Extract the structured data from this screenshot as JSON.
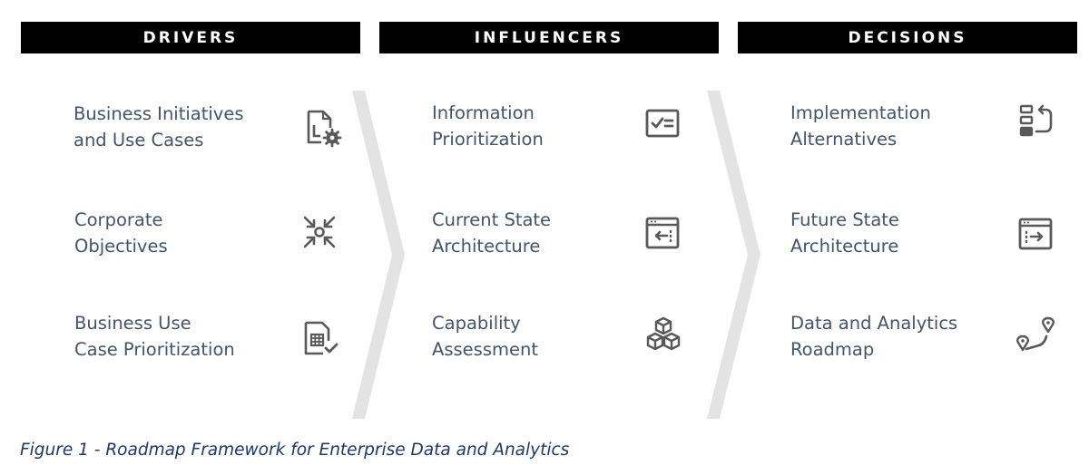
{
  "columns": [
    {
      "header": "DRIVERS",
      "items": [
        {
          "line1": "Business Initiatives",
          "line2": "and Use Cases",
          "icon": "report-settings-icon"
        },
        {
          "line1": "Corporate",
          "line2": "Objectives",
          "icon": "converge-arrows-icon"
        },
        {
          "line1": "Business Use",
          "line2": "Case Prioritization",
          "icon": "spreadsheet-check-icon"
        }
      ]
    },
    {
      "header": "INFLUENCERS",
      "items": [
        {
          "line1": "Information",
          "line2": "Prioritization",
          "icon": "checklist-icon"
        },
        {
          "line1": "Current State",
          "line2": "Architecture",
          "icon": "window-arrow-left-icon"
        },
        {
          "line1": "Capability",
          "line2": "Assessment",
          "icon": "cubes-icon"
        }
      ]
    },
    {
      "header": "DECISIONS",
      "items": [
        {
          "line1": "Implementation",
          "line2": "Alternatives",
          "icon": "swap-list-icon"
        },
        {
          "line1": "Future State",
          "line2": "Architecture",
          "icon": "window-arrow-right-icon"
        },
        {
          "line1": "Data and Analytics",
          "line2": "Roadmap",
          "icon": "route-pins-icon"
        }
      ]
    }
  ],
  "caption": "Figure 1 - Roadmap Framework for Enterprise Data and Analytics",
  "colors": {
    "header_bg": "#000000",
    "header_text": "#ffffff",
    "label_text": "#44546a",
    "icon": "#595959",
    "chevron": "#e3e3e3",
    "caption": "#1f3864"
  }
}
